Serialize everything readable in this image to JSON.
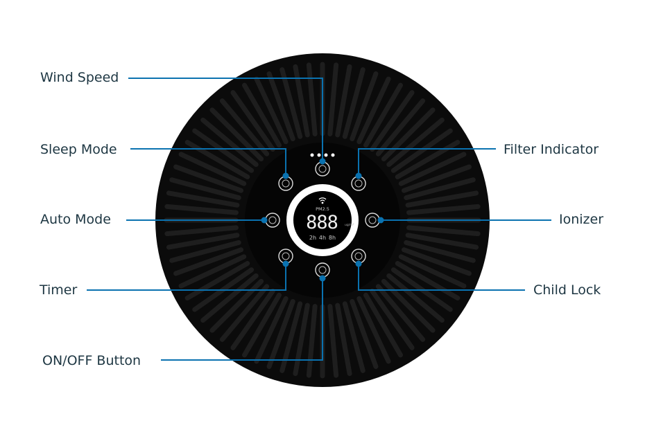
{
  "labels": {
    "wind_speed": "Wind Speed",
    "sleep_mode": "Sleep Mode",
    "auto_mode": "Auto Mode",
    "timer": "Timer",
    "on_off": "ON/OFF Button",
    "filter_indicator": "Filter Indicator",
    "ionizer": "Ionizer",
    "child_lock": "Child Lock"
  },
  "display": {
    "pm_label": "PM2.5",
    "digits": "888",
    "unit": "ug/m³",
    "timer_options": [
      "2h",
      "4h",
      "8h"
    ]
  },
  "colors": {
    "leader": "#0a72b0",
    "body": "#0d0d0d",
    "text": "#1d3642"
  }
}
